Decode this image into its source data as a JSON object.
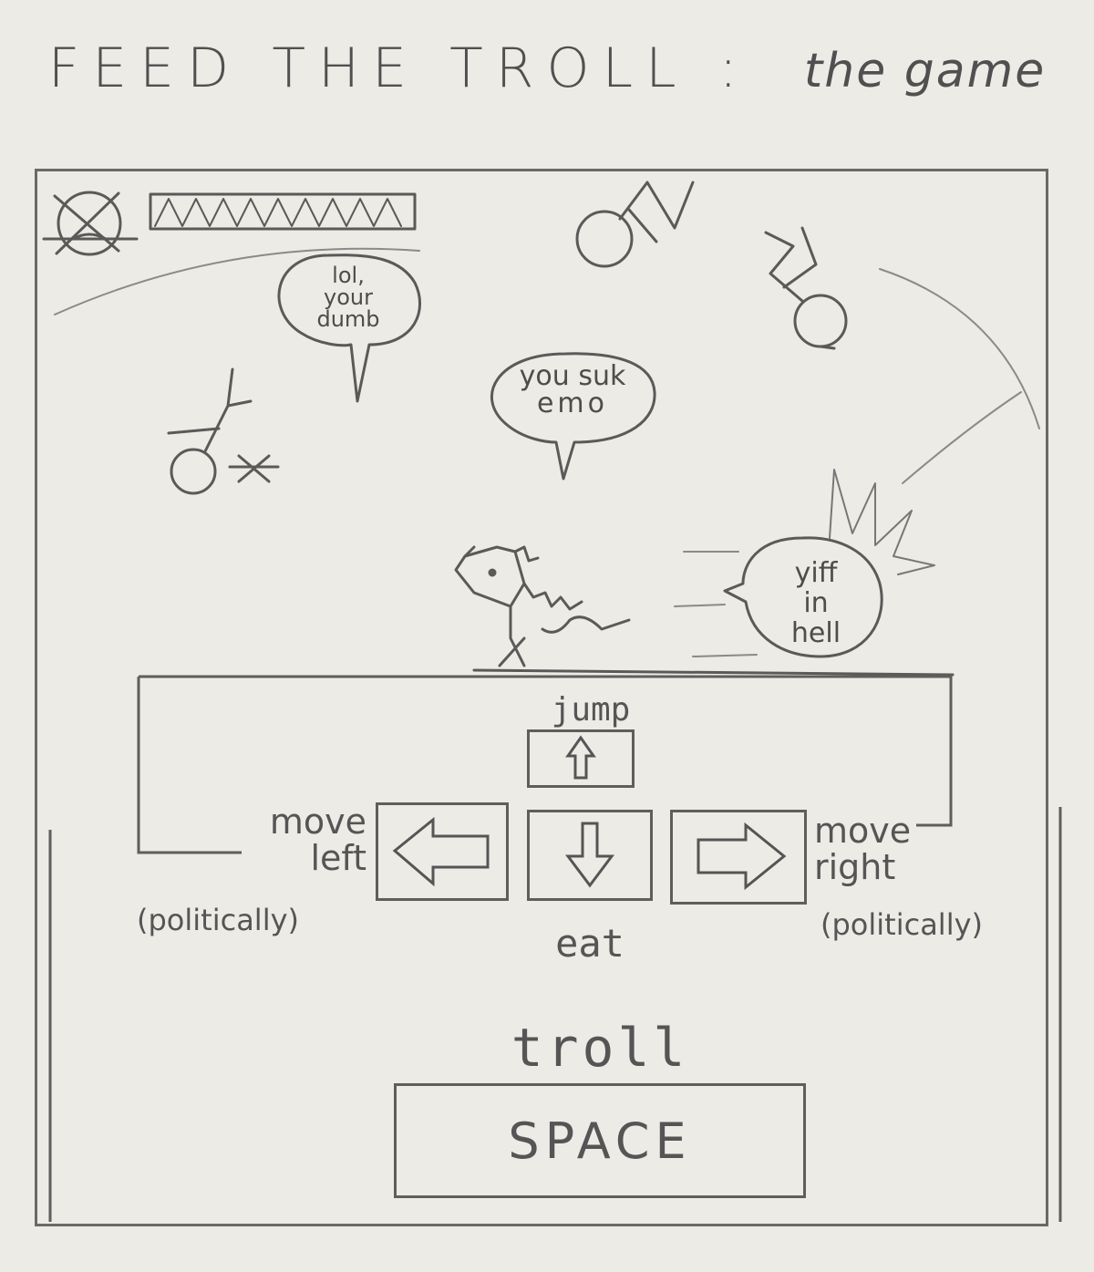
{
  "title": {
    "main": "FEED THE TROLL :",
    "sub": "the game"
  },
  "hud": {
    "health_bar_fill": 1.0,
    "icon": "angry-face-icon"
  },
  "bubbles": [
    {
      "id": "lol",
      "lines": [
        "lol,",
        "your",
        "dumb"
      ]
    },
    {
      "id": "suk",
      "lines": [
        "you suk",
        "emo"
      ]
    },
    {
      "id": "yiff",
      "lines": [
        "yiff",
        "in",
        "hell"
      ]
    }
  ],
  "controls": {
    "jump_label": "jump",
    "move_left_label_1": "move",
    "move_left_label_2": "left",
    "move_left_paren": "(politically)",
    "eat_label": "eat",
    "move_right_label_1": "move",
    "move_right_label_2": "right",
    "move_right_paren": "(politically)",
    "troll_label": "troll",
    "space_label": "SPACE"
  },
  "icons": {
    "up": "arrow-up-icon",
    "down": "arrow-down-icon",
    "left": "arrow-left-icon",
    "right": "arrow-right-icon"
  }
}
